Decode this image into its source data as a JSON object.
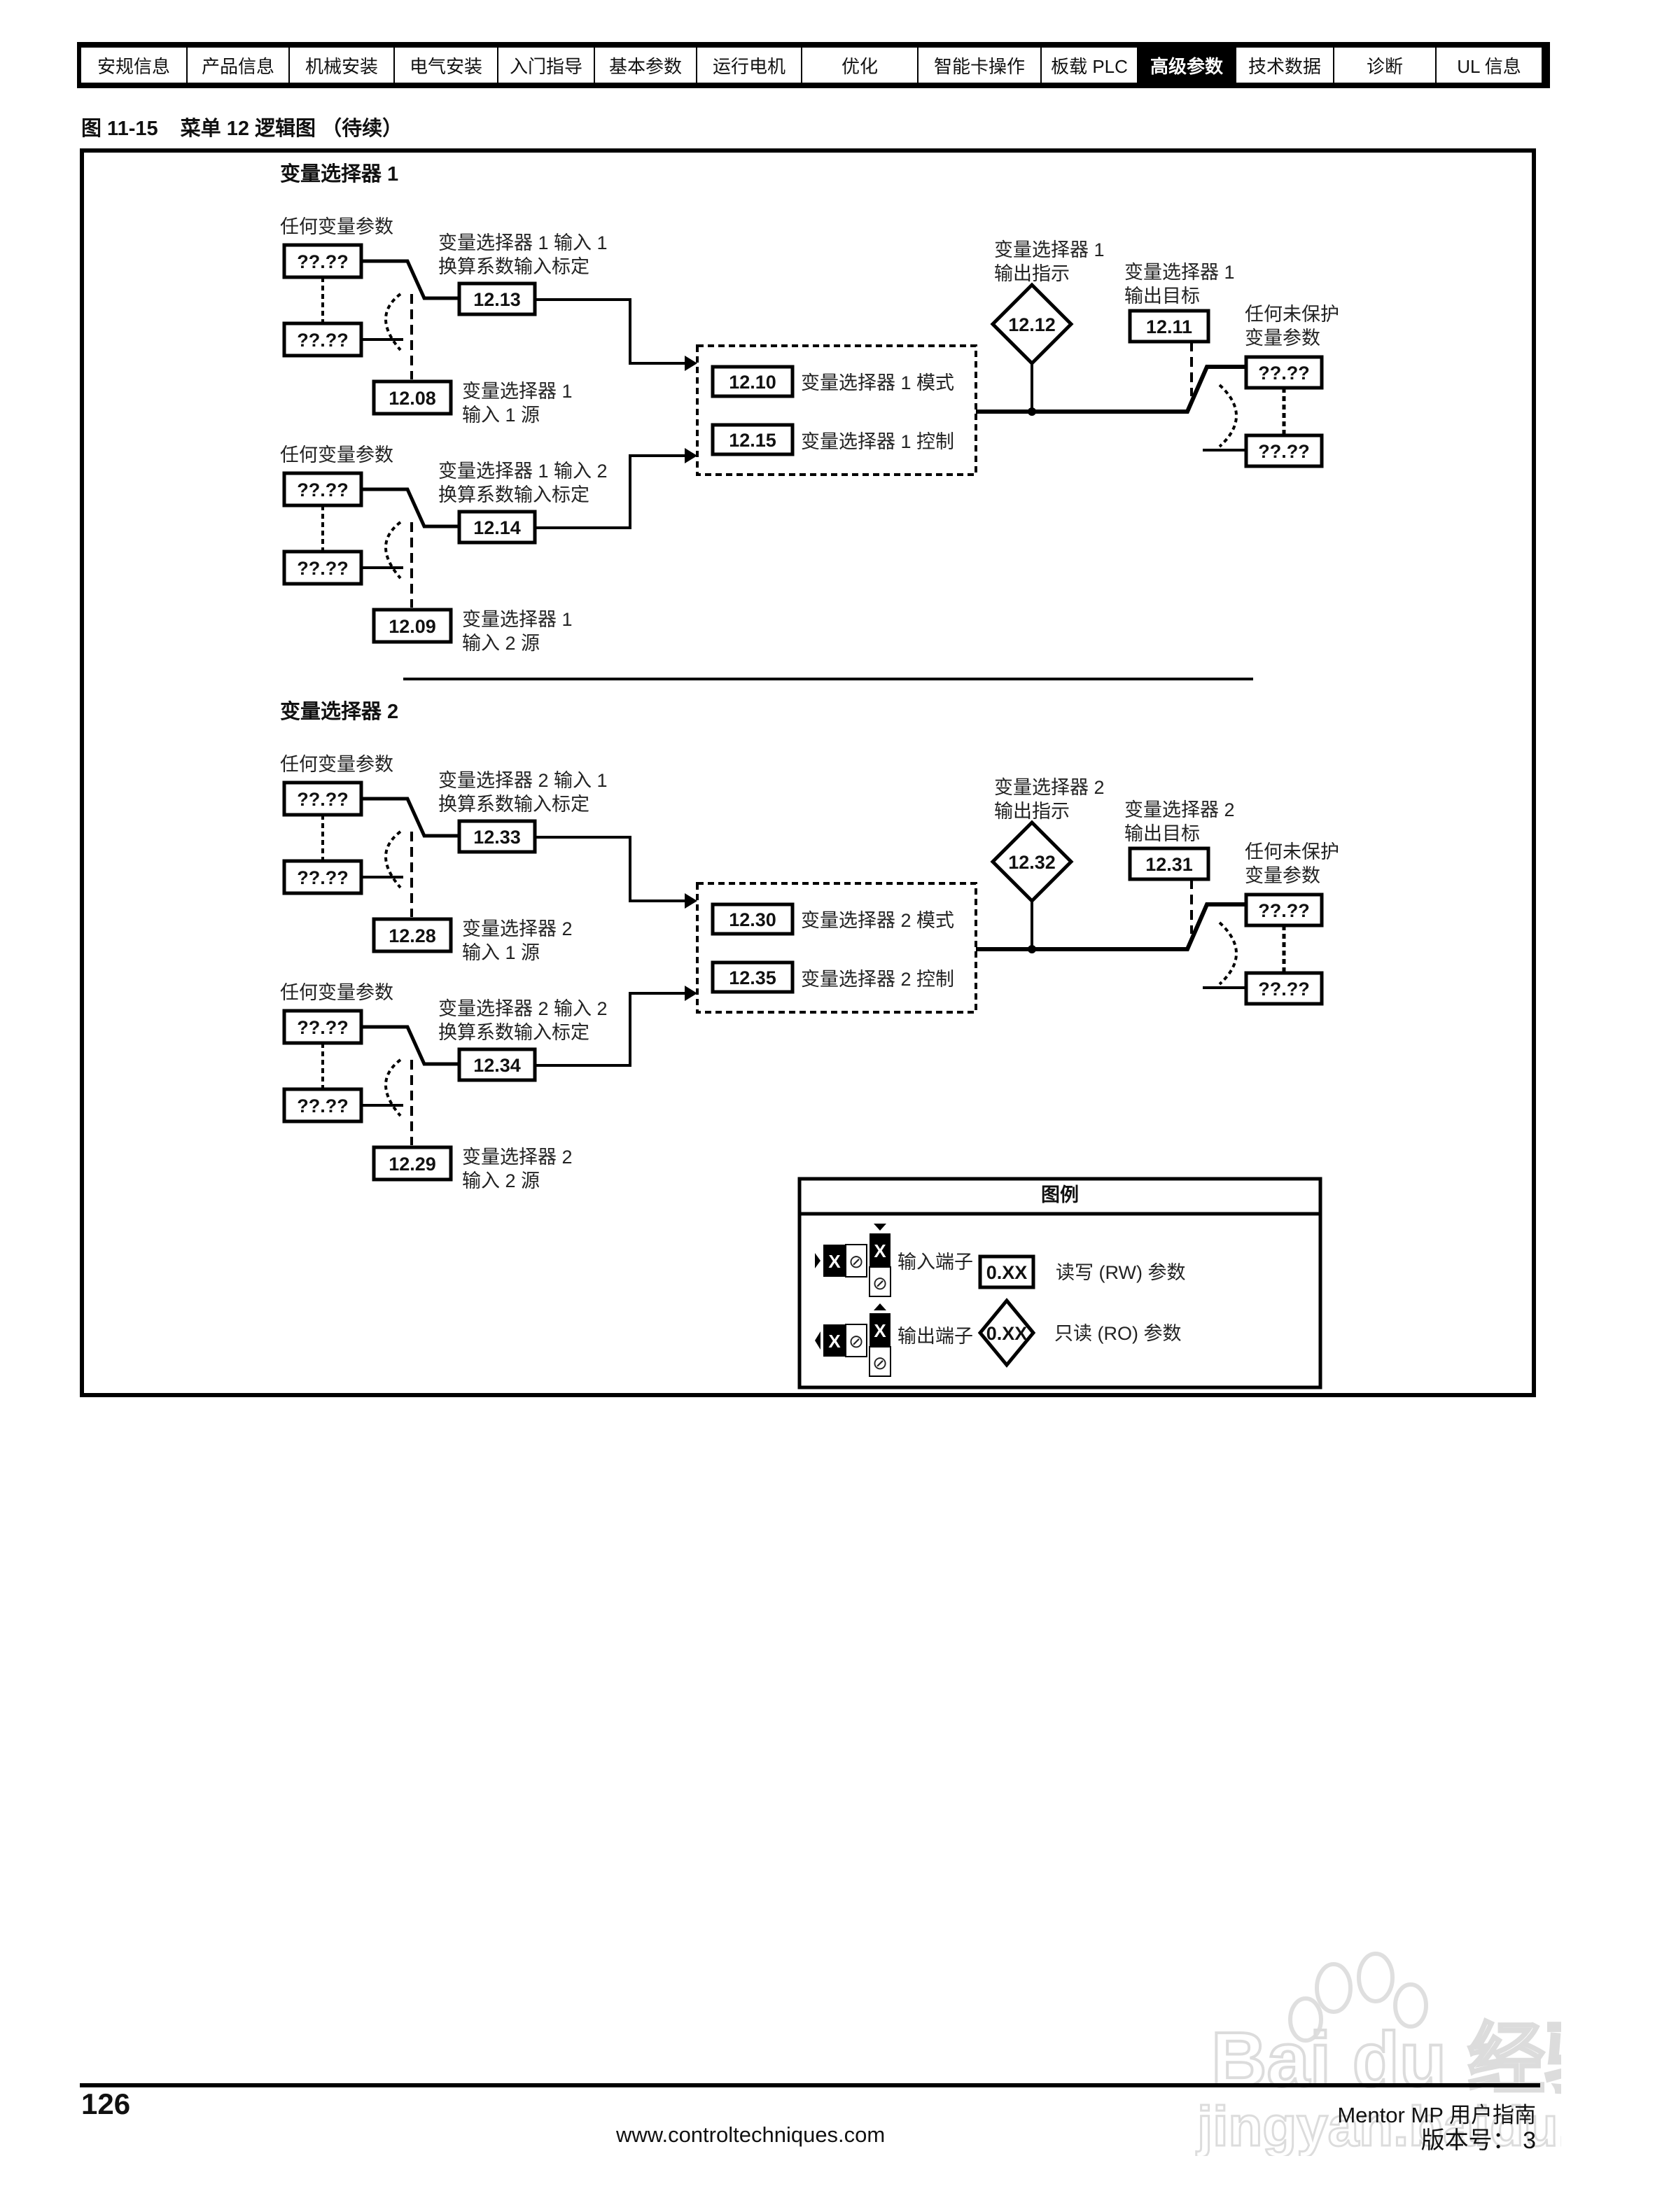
{
  "nav": {
    "tabs": [
      {
        "label": "安规信息",
        "active": false
      },
      {
        "label": "产品信息",
        "active": false
      },
      {
        "label": "机械安装",
        "active": false
      },
      {
        "label": "电气安装",
        "active": false
      },
      {
        "label": "入门指导",
        "active": false
      },
      {
        "label": "基本参数",
        "active": false
      },
      {
        "label": "运行电机",
        "active": false
      },
      {
        "label": "优化",
        "active": false
      },
      {
        "label": "智能卡操作",
        "active": false
      },
      {
        "label": "板载 PLC",
        "active": false
      },
      {
        "label": "高级参数",
        "active": true
      },
      {
        "label": "技术数据",
        "active": false
      },
      {
        "label": "诊断",
        "active": false
      },
      {
        "label": "UL 信息",
        "active": false
      }
    ]
  },
  "figure": {
    "number": "图 11-15",
    "title": "菜单 12 逻辑图 （待续）"
  },
  "selectors": [
    {
      "heading": "变量选择器 1",
      "inputs": [
        {
          "any_param_label": "任何变量参数",
          "param_placeholder": "??.??",
          "scaling_param": "12.13",
          "scaling_label_1": "变量选择器 1 输入 1",
          "scaling_label_2": "换算系数输入标定",
          "source_param": "12.08",
          "source_label_1": "变量选择器 1",
          "source_label_2": "输入 1 源"
        },
        {
          "any_param_label": "任何变量参数",
          "param_placeholder": "??.??",
          "scaling_param": "12.14",
          "scaling_label_1": "变量选择器 1 输入 2",
          "scaling_label_2": "换算系数输入标定",
          "source_param": "12.09",
          "source_label_1": "变量选择器 1",
          "source_label_2": "输入 2 源"
        }
      ],
      "mode_param": "12.10",
      "mode_label": "变量选择器 1 模式",
      "control_param": "12.15",
      "control_label": "变量选择器 1 控制",
      "output_indicator_param": "12.12",
      "output_indicator_label_1": "变量选择器 1",
      "output_indicator_label_2": "输出指示",
      "output_dest_param": "12.11",
      "output_dest_label_1": "变量选择器 1",
      "output_dest_label_2": "输出目标",
      "unprotected_label_1": "任何未保护",
      "unprotected_label_2": "变量参数",
      "param_placeholder": "??.??"
    },
    {
      "heading": "变量选择器 2",
      "inputs": [
        {
          "any_param_label": "任何变量参数",
          "param_placeholder": "??.??",
          "scaling_param": "12.33",
          "scaling_label_1": "变量选择器 2 输入 1",
          "scaling_label_2": "换算系数输入标定",
          "source_param": "12.28",
          "source_label_1": "变量选择器 2",
          "source_label_2": "输入 1 源"
        },
        {
          "any_param_label": "任何变量参数",
          "param_placeholder": "??.??",
          "scaling_param": "12.34",
          "scaling_label_1": "变量选择器 2 输入 2",
          "scaling_label_2": "换算系数输入标定",
          "source_param": "12.29",
          "source_label_1": "变量选择器 2",
          "source_label_2": "输入 2 源"
        }
      ],
      "mode_param": "12.30",
      "mode_label": "变量选择器 2 模式",
      "control_param": "12.35",
      "control_label": "变量选择器 2 控制",
      "output_indicator_param": "12.32",
      "output_indicator_label_1": "变量选择器 2",
      "output_indicator_label_2": "输出指示",
      "output_dest_param": "12.31",
      "output_dest_label_1": "变量选择器 2",
      "output_dest_label_2": "输出目标",
      "unprotected_label_1": "任何未保护",
      "unprotected_label_2": "变量参数",
      "param_placeholder": "??.??"
    }
  ],
  "legend": {
    "title": "图例",
    "terminal_symbol_x": "X",
    "terminal_symbol_slash": "⊘",
    "input_terminal_label": "输入端子",
    "output_terminal_label": "输出端子",
    "rw_symbol": "0.XX",
    "rw_label": "读写 (RW) 参数",
    "ro_symbol": "0.XX",
    "ro_label": "只读 (RO) 参数"
  },
  "footer": {
    "page_number": "126",
    "website": "www.controltechniques.com",
    "guide_title": "Mentor MP 用户指南",
    "version": "版本号： 3"
  },
  "watermark": {
    "brand": "Bai du 经验",
    "url": "jingyan.baidu.com"
  }
}
